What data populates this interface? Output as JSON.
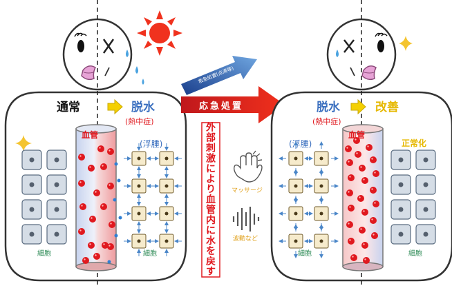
{
  "left": {
    "normal": "通常",
    "dehydrated": "脱水",
    "heatstroke": "(熱中症)",
    "vessel": "血管",
    "edema": "(浮腫)",
    "cell_left": "細胞",
    "cell_right": "細胞"
  },
  "center": {
    "small_arrow_label": "救急処置(点滴等)",
    "big_arrow_label": "応急処置",
    "vertical_text": "外部刺激により血管内に水を戻す",
    "massage": "マッサージ",
    "vibration": "波動など"
  },
  "right": {
    "dehydrated": "脱水",
    "heatstroke": "(熱中症)",
    "improved": "改善",
    "edema": "(浮腫)",
    "vessel": "血管",
    "normalize": "正常化",
    "cell_left": "細胞",
    "cell_right": "細胞"
  },
  "colors": {
    "vessel_blue": "#3a6fbf",
    "edema_green": "#2e8b57",
    "arrow_red": "#e8261c",
    "arrow_yellow": "#f4d000",
    "blood_red": "#e0191f",
    "sun_red": "#f0321e",
    "sparkle_yellow": "#f4c430",
    "cell_gray": "#d5dde6",
    "cell_cream": "#f6ebcc"
  },
  "icons": [
    "sun-icon",
    "sparkle-icon",
    "hand-icon",
    "wave-icon",
    "sweat-drop-icon"
  ]
}
